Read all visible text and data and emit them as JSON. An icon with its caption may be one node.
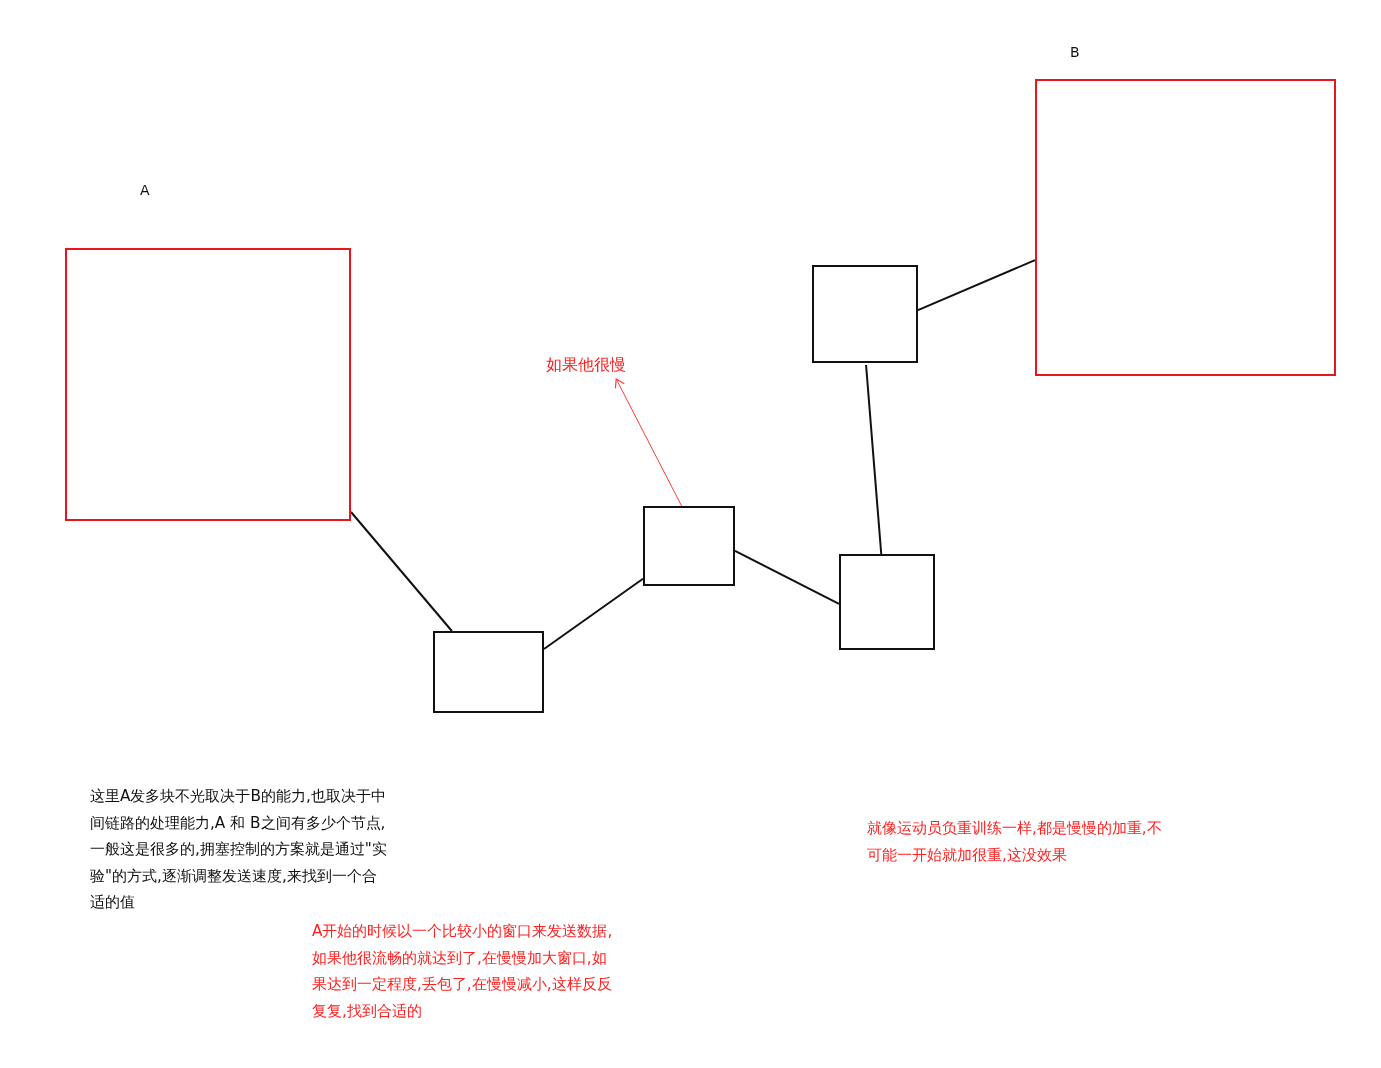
{
  "diagram": {
    "nodes": [
      {
        "text": [
          "A"
        ]
      },
      {
        "text": [
          "B"
        ]
      },
      {
        "text": [],
        "shape": "box"
      },
      {
        "text": [],
        "shape": "box"
      },
      {
        "text": [],
        "shape": "box"
      },
      {
        "text": [],
        "shape": "box"
      },
      {
        "text": [
          "如果他很慢"
        ]
      }
    ],
    "edges": [
      {
        "from": 0,
        "to": 2,
        "arrow": "none"
      },
      {
        "from": 2,
        "to": 3,
        "arrow": "none"
      },
      {
        "from": 3,
        "to": 4,
        "arrow": "none"
      },
      {
        "from": 4,
        "to": 5,
        "arrow": "none"
      },
      {
        "from": 5,
        "to": 1,
        "arrow": "none"
      },
      {
        "from": 3,
        "to": 6,
        "arrow": "to",
        "color": "#ff3b3b"
      }
    ],
    "labels": [
      "这里A发多块不光取决于B的能力,也取决于中间链路的处理能力,A 和 B之间有多少个节点,一般这是很多的,拥塞控制的方案就是通过\"实验\"的方式,逐渐调整发送速度,来找到一个合适的值",
      "A开始的时候以一个比较小的窗口来发送数据,如果他很流畅的就达到了,在慢慢加大窗口,如果达到一定程度,丢包了,在慢慢减小,这样反反复复,找到合适的",
      "就像运动员负重训练一样,都是慢慢的加重,不可能一开始就加很重,这没效果"
    ]
  }
}
